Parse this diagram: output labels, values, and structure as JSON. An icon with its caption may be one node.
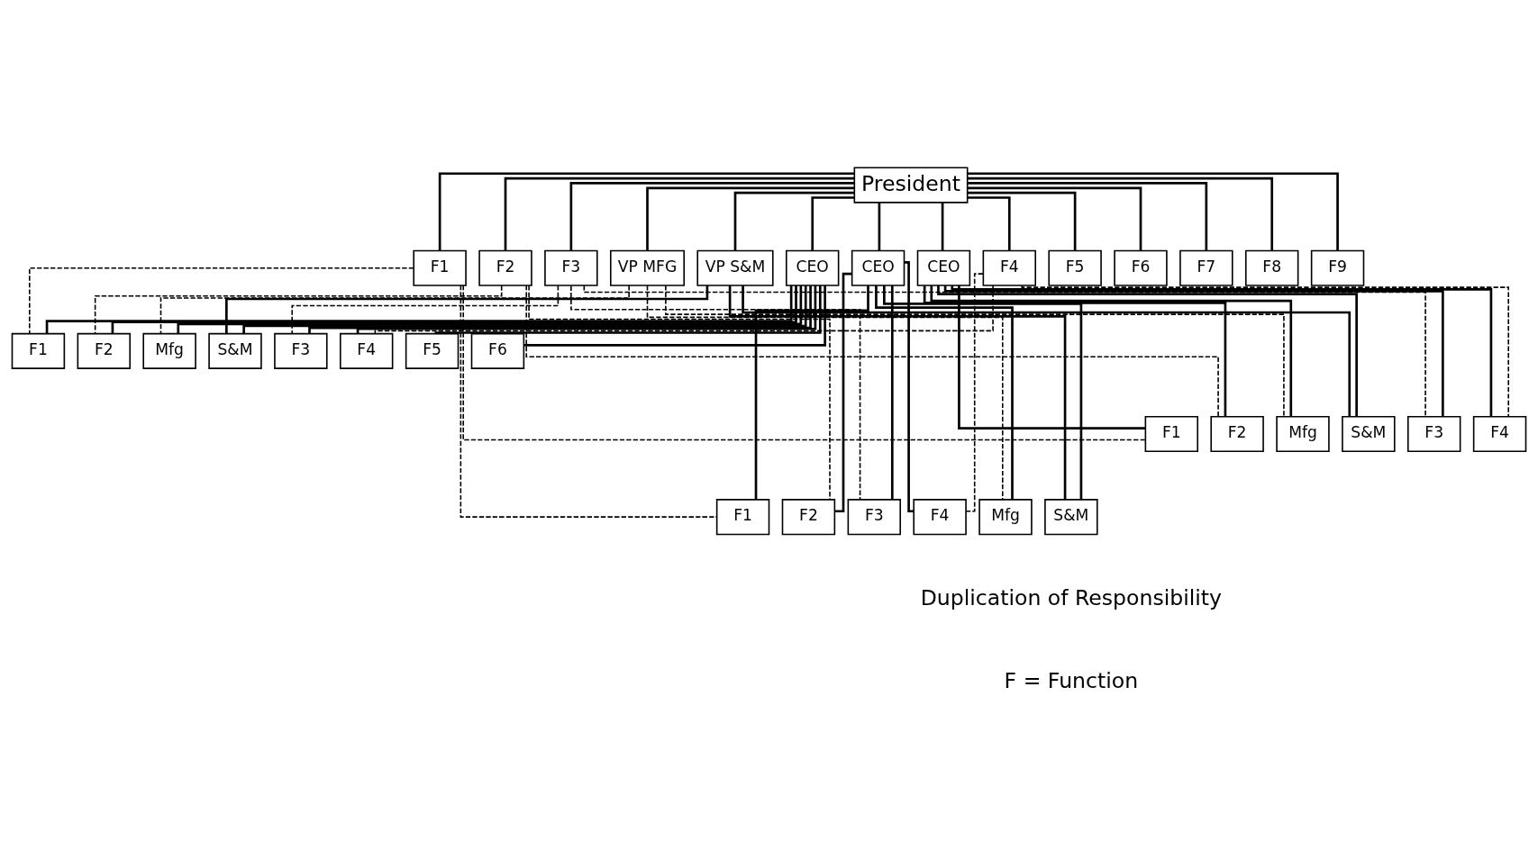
{
  "diagram": {
    "nodes": [
      {
        "text": [
          "President"
        ]
      },
      {
        "text": [
          "F1"
        ]
      },
      {
        "text": [
          "F2"
        ]
      },
      {
        "text": [
          "F3"
        ]
      },
      {
        "text": [
          "VP MFG"
        ]
      },
      {
        "text": [
          "VP S&M"
        ]
      },
      {
        "text": [
          "CEO"
        ]
      },
      {
        "text": [
          "CEO"
        ]
      },
      {
        "text": [
          "CEO"
        ]
      },
      {
        "text": [
          "F4"
        ]
      },
      {
        "text": [
          "F5"
        ]
      },
      {
        "text": [
          "F6"
        ]
      },
      {
        "text": [
          "F7"
        ]
      },
      {
        "text": [
          "F8"
        ]
      },
      {
        "text": [
          "F9"
        ]
      },
      {
        "text": [
          "F1"
        ]
      },
      {
        "text": [
          "F2"
        ]
      },
      {
        "text": [
          "Mfg"
        ]
      },
      {
        "text": [
          "S&M"
        ]
      },
      {
        "text": [
          "F3"
        ]
      },
      {
        "text": [
          "F4"
        ]
      },
      {
        "text": [
          "F5"
        ]
      },
      {
        "text": [
          "F6"
        ]
      },
      {
        "text": [
          "F1"
        ]
      },
      {
        "text": [
          "F2"
        ]
      },
      {
        "text": [
          "Mfg"
        ]
      },
      {
        "text": [
          "S&M"
        ]
      },
      {
        "text": [
          "F3"
        ]
      },
      {
        "text": [
          "F4"
        ]
      },
      {
        "text": [
          "F1"
        ]
      },
      {
        "text": [
          "F2"
        ]
      },
      {
        "text": [
          "F3"
        ]
      },
      {
        "text": [
          "F4"
        ]
      },
      {
        "text": [
          "Mfg"
        ]
      },
      {
        "text": [
          "S&M"
        ]
      }
    ],
    "edges": [
      {
        "from": 0,
        "to": 1,
        "arrow": "none"
      },
      {
        "from": 0,
        "to": 2,
        "arrow": "none"
      },
      {
        "from": 0,
        "to": 3,
        "arrow": "none"
      },
      {
        "from": 0,
        "to": 4,
        "arrow": "none"
      },
      {
        "from": 0,
        "to": 5,
        "arrow": "none"
      },
      {
        "from": 0,
        "to": 6,
        "arrow": "none"
      },
      {
        "from": 0,
        "to": 7,
        "arrow": "none"
      },
      {
        "from": 0,
        "to": 8,
        "arrow": "none"
      },
      {
        "from": 0,
        "to": 9,
        "arrow": "none"
      },
      {
        "from": 0,
        "to": 10,
        "arrow": "none"
      },
      {
        "from": 0,
        "to": 11,
        "arrow": "none"
      },
      {
        "from": 0,
        "to": 12,
        "arrow": "none"
      },
      {
        "from": 0,
        "to": 13,
        "arrow": "none"
      },
      {
        "from": 0,
        "to": 14,
        "arrow": "none"
      },
      {
        "from": 6,
        "to": 15,
        "arrow": "none"
      },
      {
        "from": 6,
        "to": 16,
        "arrow": "none"
      },
      {
        "from": 6,
        "to": 17,
        "arrow": "none"
      },
      {
        "from": 6,
        "to": 18,
        "arrow": "none"
      },
      {
        "from": 6,
        "to": 19,
        "arrow": "none"
      },
      {
        "from": 6,
        "to": 20,
        "arrow": "none"
      },
      {
        "from": 6,
        "to": 21,
        "arrow": "none"
      },
      {
        "from": 6,
        "to": 22,
        "arrow": "none"
      },
      {
        "from": 8,
        "to": 23,
        "arrow": "none"
      },
      {
        "from": 8,
        "to": 24,
        "arrow": "none"
      },
      {
        "from": 8,
        "to": 25,
        "arrow": "none"
      },
      {
        "from": 8,
        "to": 26,
        "arrow": "none"
      },
      {
        "from": 8,
        "to": 27,
        "arrow": "none"
      },
      {
        "from": 8,
        "to": 28,
        "arrow": "none"
      },
      {
        "from": 7,
        "to": 29,
        "arrow": "none"
      },
      {
        "from": 7,
        "to": 30,
        "arrow": "none"
      },
      {
        "from": 7,
        "to": 31,
        "arrow": "none"
      },
      {
        "from": 7,
        "to": 32,
        "arrow": "none"
      },
      {
        "from": 7,
        "to": 33,
        "arrow": "none"
      },
      {
        "from": 7,
        "to": 34,
        "arrow": "none"
      },
      {
        "from": 1,
        "to": 15,
        "arrow": "none",
        "style": "dashed"
      },
      {
        "from": 1,
        "to": 23,
        "arrow": "none",
        "style": "dashed"
      },
      {
        "from": 1,
        "to": 29,
        "arrow": "none",
        "style": "dashed"
      },
      {
        "from": 2,
        "to": 16,
        "arrow": "none",
        "style": "dashed"
      },
      {
        "from": 2,
        "to": 30,
        "arrow": "none",
        "style": "dashed"
      },
      {
        "from": 2,
        "to": 24,
        "arrow": "none",
        "style": "dashed"
      },
      {
        "from": 3,
        "to": 19,
        "arrow": "none",
        "style": "dashed"
      },
      {
        "from": 3,
        "to": 31,
        "arrow": "none",
        "style": "dashed"
      },
      {
        "from": 3,
        "to": 27,
        "arrow": "none",
        "style": "dashed"
      },
      {
        "from": 4,
        "to": 17,
        "arrow": "none",
        "style": "dashed"
      },
      {
        "from": 4,
        "to": 33,
        "arrow": "none",
        "style": "dashed"
      },
      {
        "from": 4,
        "to": 25,
        "arrow": "none",
        "style": "dashed"
      },
      {
        "from": 5,
        "to": 18,
        "arrow": "none"
      },
      {
        "from": 5,
        "to": 34,
        "arrow": "none"
      },
      {
        "from": 5,
        "to": 26,
        "arrow": "none"
      },
      {
        "from": 9,
        "to": 20,
        "arrow": "none",
        "style": "dashed"
      },
      {
        "from": 9,
        "to": 32,
        "arrow": "none",
        "style": "dashed"
      },
      {
        "from": 9,
        "to": 28,
        "arrow": "none",
        "style": "dashed"
      }
    ],
    "labels": [
      "Duplication of Responsibility",
      "F = Function"
    ]
  }
}
